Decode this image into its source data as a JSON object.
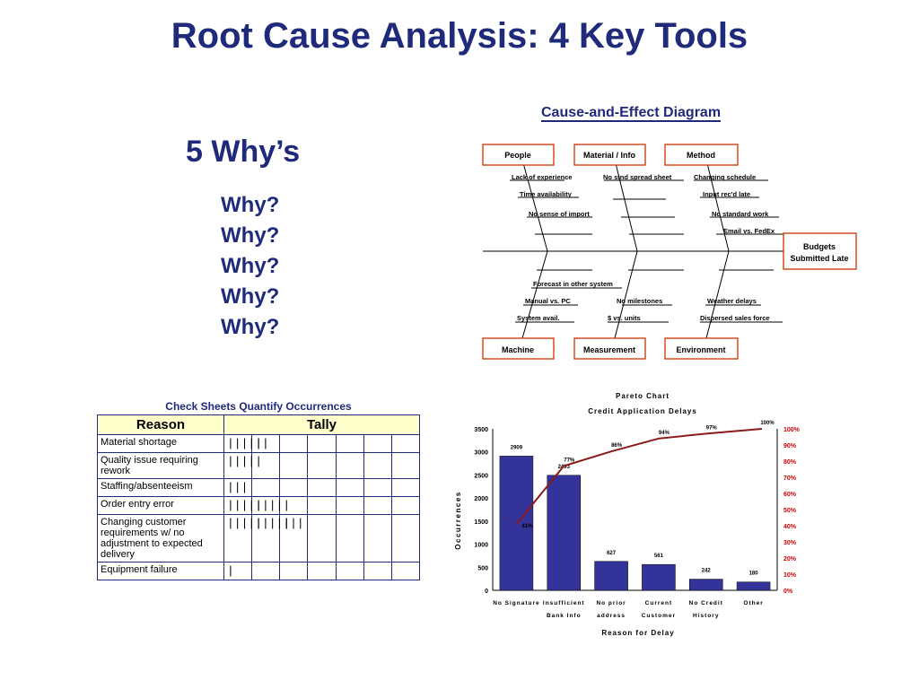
{
  "title": "Root Cause Analysis: 4 Key Tools",
  "five_whys": {
    "heading": "5 Why’s",
    "items": [
      "Why?",
      "Why?",
      "Why?",
      "Why?",
      "Why?"
    ]
  },
  "fishbone": {
    "title": "Cause-and-Effect Diagram",
    "effect_line1": "Budgets",
    "effect_line2": "Submitted Late",
    "categories": {
      "people": "People",
      "material": "Material / Info",
      "method": "Method",
      "machine": "Machine",
      "measurement": "Measurement",
      "environment": "Environment"
    },
    "causes": {
      "people": [
        "Lack of experience",
        "Time availability",
        "No sense of import"
      ],
      "material": [
        "No stnd spread sheet"
      ],
      "method": [
        "Changing schedule",
        "Input rec'd late",
        "No standard work",
        "Email vs. FedEx"
      ],
      "machine": [
        "Forecast in other system",
        "Manual vs. PC",
        "System avail."
      ],
      "measurement": [
        "No milestones",
        "$ vs. units"
      ],
      "environment": [
        "Weather delays",
        "Dispersed sales force"
      ]
    },
    "colors": {
      "box_border": "#cc3300",
      "line": "#000000"
    }
  },
  "check_sheet": {
    "title": "Check Sheets Quantify Occurrences",
    "headers": {
      "reason": "Reason",
      "tally": "Tally"
    },
    "rows": [
      {
        "reason": "Material shortage",
        "tally": [
          "|||||",
          "||",
          "",
          "",
          "",
          "",
          ""
        ]
      },
      {
        "reason": "Quality issue requiring rework",
        "tally": [
          "|||||",
          "",
          "",
          "",
          "",
          "",
          ""
        ]
      },
      {
        "reason": "Staffing/absenteeism",
        "tally": [
          "|||",
          "",
          "",
          "",
          "",
          "",
          ""
        ]
      },
      {
        "reason": "Order entry error",
        "tally": [
          "|||||",
          "|||||",
          "",
          "",
          "",
          "",
          ""
        ]
      },
      {
        "reason": "Changing customer requirements w/ no adjustment to expected delivery",
        "tally": [
          "|||||",
          "|||||",
          "|||",
          "",
          "",
          "",
          ""
        ]
      },
      {
        "reason": "Equipment failure",
        "tally": [
          "|",
          "",
          "",
          "",
          "",
          "",
          ""
        ]
      }
    ]
  },
  "chart_data": {
    "type": "bar",
    "title": "Pareto Chart",
    "subtitle": "Credit Application Delays",
    "xlabel": "Reason for Delay",
    "ylabel": "Occurrences",
    "categories": [
      [
        "No Signature"
      ],
      [
        "Insufficient",
        "Bank Info"
      ],
      [
        "No prior",
        "address"
      ],
      [
        "Current",
        "Customer"
      ],
      [
        "No Credit",
        "History"
      ],
      [
        "Other"
      ]
    ],
    "values": [
      2909,
      2493,
      627,
      561,
      242,
      180
    ],
    "value_labels": [
      "2909",
      "2493",
      "627",
      "561",
      "242",
      "180"
    ],
    "cumulative_percent": [
      41,
      77,
      86,
      94,
      97,
      100
    ],
    "cumulative_labels": [
      "41%",
      "77%",
      "86%",
      "94%",
      "97%",
      "100%"
    ],
    "ylim": [
      0,
      3500
    ],
    "y_ticks": [
      0,
      500,
      1000,
      1500,
      2000,
      2500,
      3000,
      3500
    ],
    "y2lim": [
      0,
      100
    ],
    "y2_ticks": [
      "0%",
      "10%",
      "20%",
      "30%",
      "40%",
      "50%",
      "60%",
      "70%",
      "80%",
      "90%",
      "100%"
    ],
    "colors": {
      "bar": "#333399",
      "line": "#8b1a1a",
      "axis2": "#cc0000"
    }
  }
}
